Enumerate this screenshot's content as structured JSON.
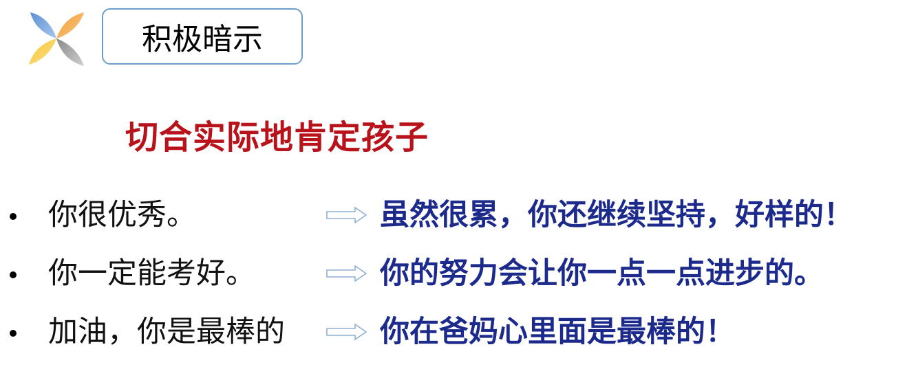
{
  "header": {
    "title": "积极暗示",
    "subtitle": "切合实际地肯定孩子"
  },
  "rows": [
    {
      "before": "你很优秀。",
      "after": "虽然很累，你还继续坚持，好样的！"
    },
    {
      "before": "你一定能考好。",
      "after": "你的努力会让你一点一点进步的。"
    },
    {
      "before": "加油，你是最棒的",
      "after": "你在爸妈心里面是最棒的！"
    }
  ],
  "colors": {
    "subtitle": "#b8121b",
    "improved_text": "#1c2a8c",
    "title_border": "#6f9cc9",
    "arrow_outline": "#8fb0d6"
  },
  "icons": [
    "pinwheel-logo",
    "right-arrow-icon",
    "bullet-dot"
  ]
}
